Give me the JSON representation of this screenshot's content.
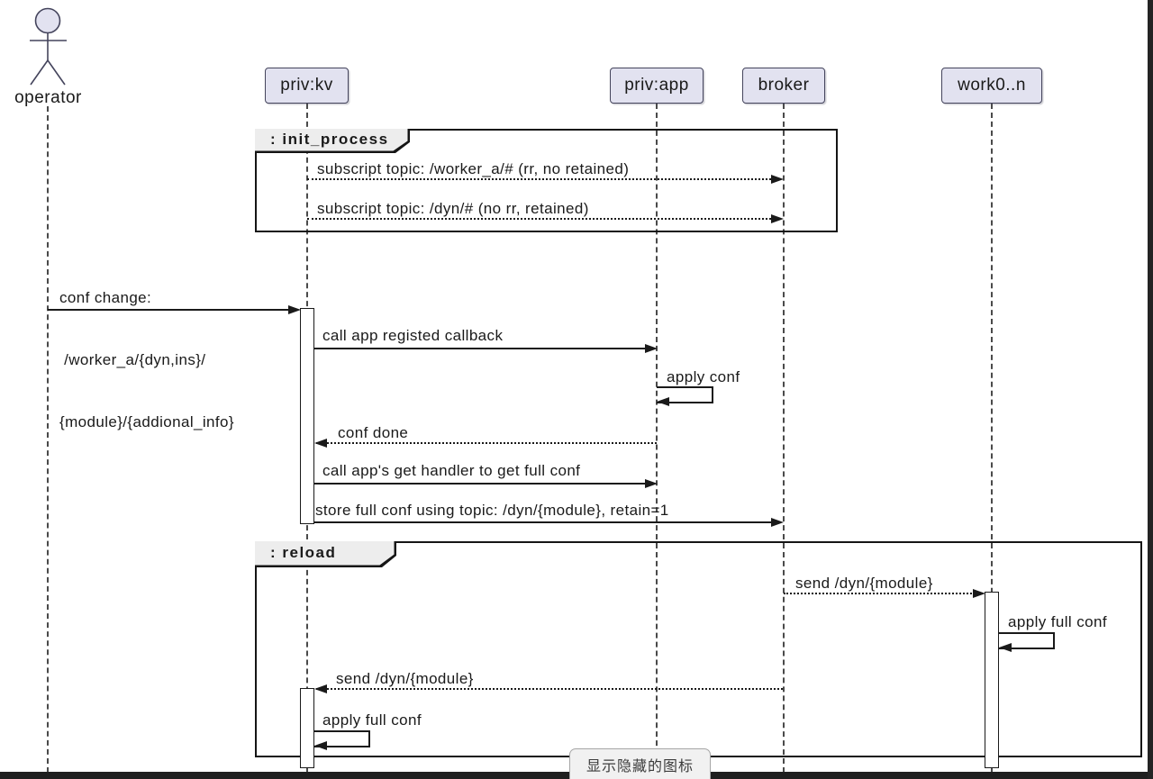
{
  "colors": {
    "participant_fill": "#E2E2F0",
    "participant_border": "#44445c",
    "line": "#1a1a1a",
    "lifeline": "#4a4a4a",
    "frame_border": "#151515",
    "frame_tab_bg": "#EDEDED",
    "bg": "#FFFFFF",
    "taskbar": "#1F1F1F",
    "tooltip_bg": "#F1F1F1"
  },
  "actor": {
    "label": "operator"
  },
  "participants": [
    {
      "label": "priv:kv"
    },
    {
      "label": "priv:app"
    },
    {
      "label": "broker"
    },
    {
      "label": "work0..n"
    }
  ],
  "frames": [
    {
      "title": ": init_process"
    },
    {
      "title": ": reload"
    }
  ],
  "messages": {
    "init_sub_worker": "subscript topic: /worker_a/# (rr, no retained)",
    "init_sub_dyn": "subscript topic: /dyn/# (no rr, retained)",
    "conf_change_l1": "conf change:",
    "conf_change_l2": " /worker_a/{dyn,ins}/",
    "conf_change_l3": "{module}/{addional_info}",
    "call_callback": "call app registed callback",
    "apply_conf": "apply conf",
    "conf_done": "conf done",
    "call_get_handler": "call app's get handler to get full conf",
    "store_full_conf": "store full conf using topic: /dyn/{module}, retain=1",
    "send_dyn_worker": "send /dyn/{module}",
    "apply_full_conf_worker": "apply full conf",
    "send_dyn_kv": "send /dyn/{module}",
    "apply_full_conf_kv": "apply full conf"
  },
  "tooltip": {
    "text": "显示隐藏的图标"
  }
}
